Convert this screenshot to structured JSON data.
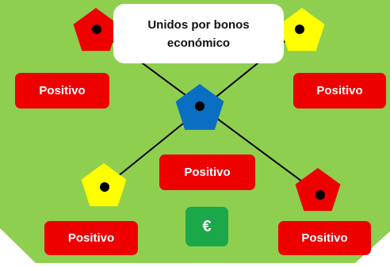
{
  "title": {
    "line1": "Unidos por bonos",
    "line2": "económico"
  },
  "labels": {
    "left_upper": "Positivo",
    "right_upper": "Positivo",
    "center": "Positivo",
    "left_lower": "Positivo",
    "right_lower": "Positivo"
  },
  "currency_symbol": "€",
  "colors": {
    "background": "#8fcf4f",
    "red": "#ee0000",
    "yellow": "#ffff00",
    "blue": "#0a6fc2",
    "green": "#1aa84a",
    "line": "#000000"
  },
  "nodes": [
    {
      "name": "pentagon-red-top-left",
      "color": "red"
    },
    {
      "name": "pentagon-yellow-top-right",
      "color": "yellow"
    },
    {
      "name": "pentagon-blue-center",
      "color": "blue"
    },
    {
      "name": "pentagon-yellow-bottom-left",
      "color": "yellow"
    },
    {
      "name": "pentagon-red-bottom-right",
      "color": "red"
    }
  ]
}
